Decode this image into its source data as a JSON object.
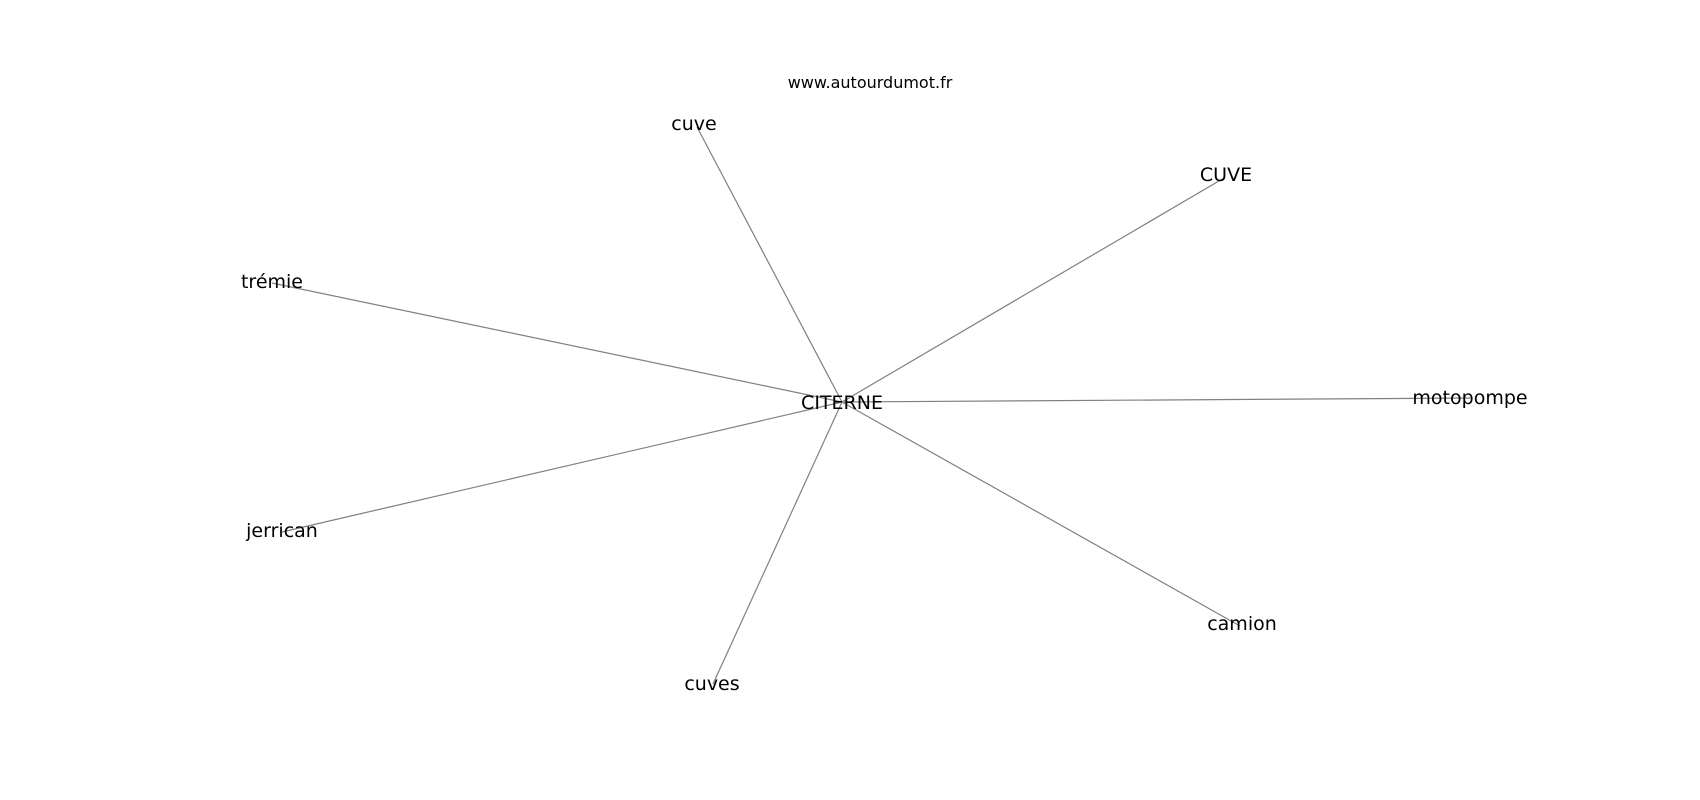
{
  "header": {
    "site": "www.autourdumot.fr"
  },
  "graph": {
    "center": {
      "id": "center",
      "label": "CITERNE"
    },
    "nodes": [
      {
        "id": "cuve",
        "label": "cuve"
      },
      {
        "id": "cuve-upper",
        "label": "CUVE"
      },
      {
        "id": "tremie",
        "label": "trémie"
      },
      {
        "id": "motopompe",
        "label": "motopompe"
      },
      {
        "id": "jerrican",
        "label": "jerrican"
      },
      {
        "id": "camion",
        "label": "camion"
      },
      {
        "id": "cuves",
        "label": "cuves"
      }
    ]
  },
  "colors": {
    "edge": "#808080",
    "text": "#000000",
    "background": "#ffffff"
  }
}
